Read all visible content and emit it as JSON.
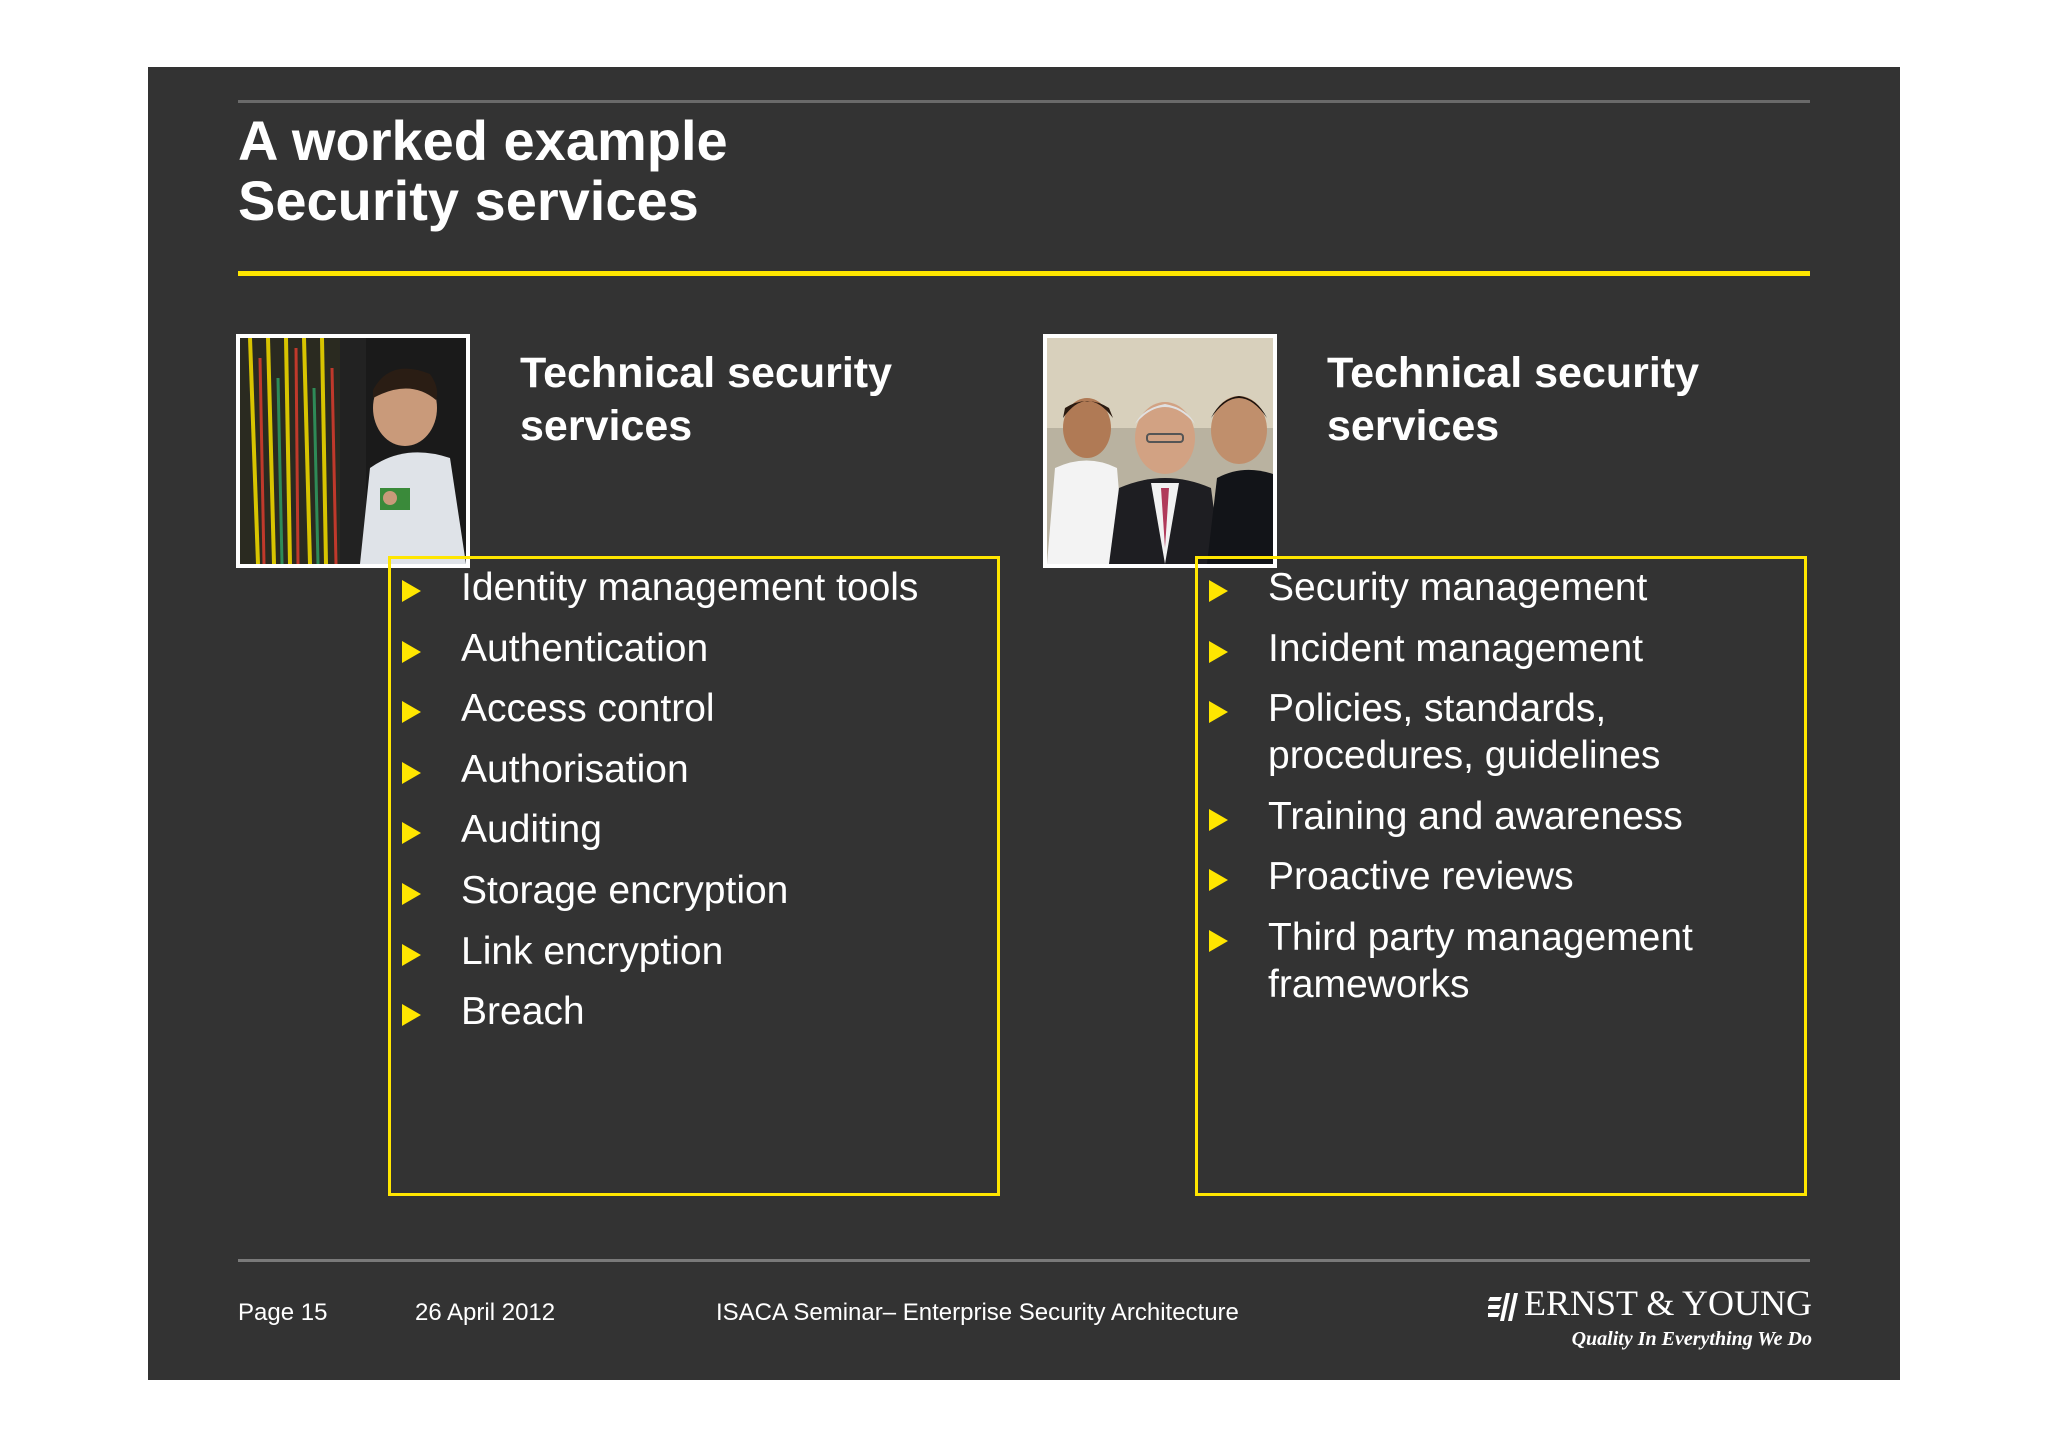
{
  "title": {
    "line1": "A worked example",
    "line2": "Security services"
  },
  "columns": [
    {
      "heading_line1": "Technical security",
      "heading_line2": "services",
      "items": [
        "Identity management tools",
        "Authentication",
        "Access control",
        "Authorisation",
        "Auditing",
        "Storage encryption",
        "Link encryption",
        "Breach"
      ]
    },
    {
      "heading_line1": "Technical security",
      "heading_line2": "services",
      "items": [
        "Security management",
        "Incident management",
        "Policies, standards, procedures, guidelines",
        "Training and awareness",
        "Proactive reviews",
        "Third party management frameworks"
      ]
    }
  ],
  "footer": {
    "page": "Page 15",
    "date": "26 April 2012",
    "event": "ISACA Seminar– Enterprise Security Architecture"
  },
  "logo": {
    "name": "ERNST & YOUNG",
    "tagline": "Quality In Everything We Do"
  },
  "colors": {
    "background": "#333333",
    "accent": "#ffe600",
    "text": "#ffffff"
  }
}
